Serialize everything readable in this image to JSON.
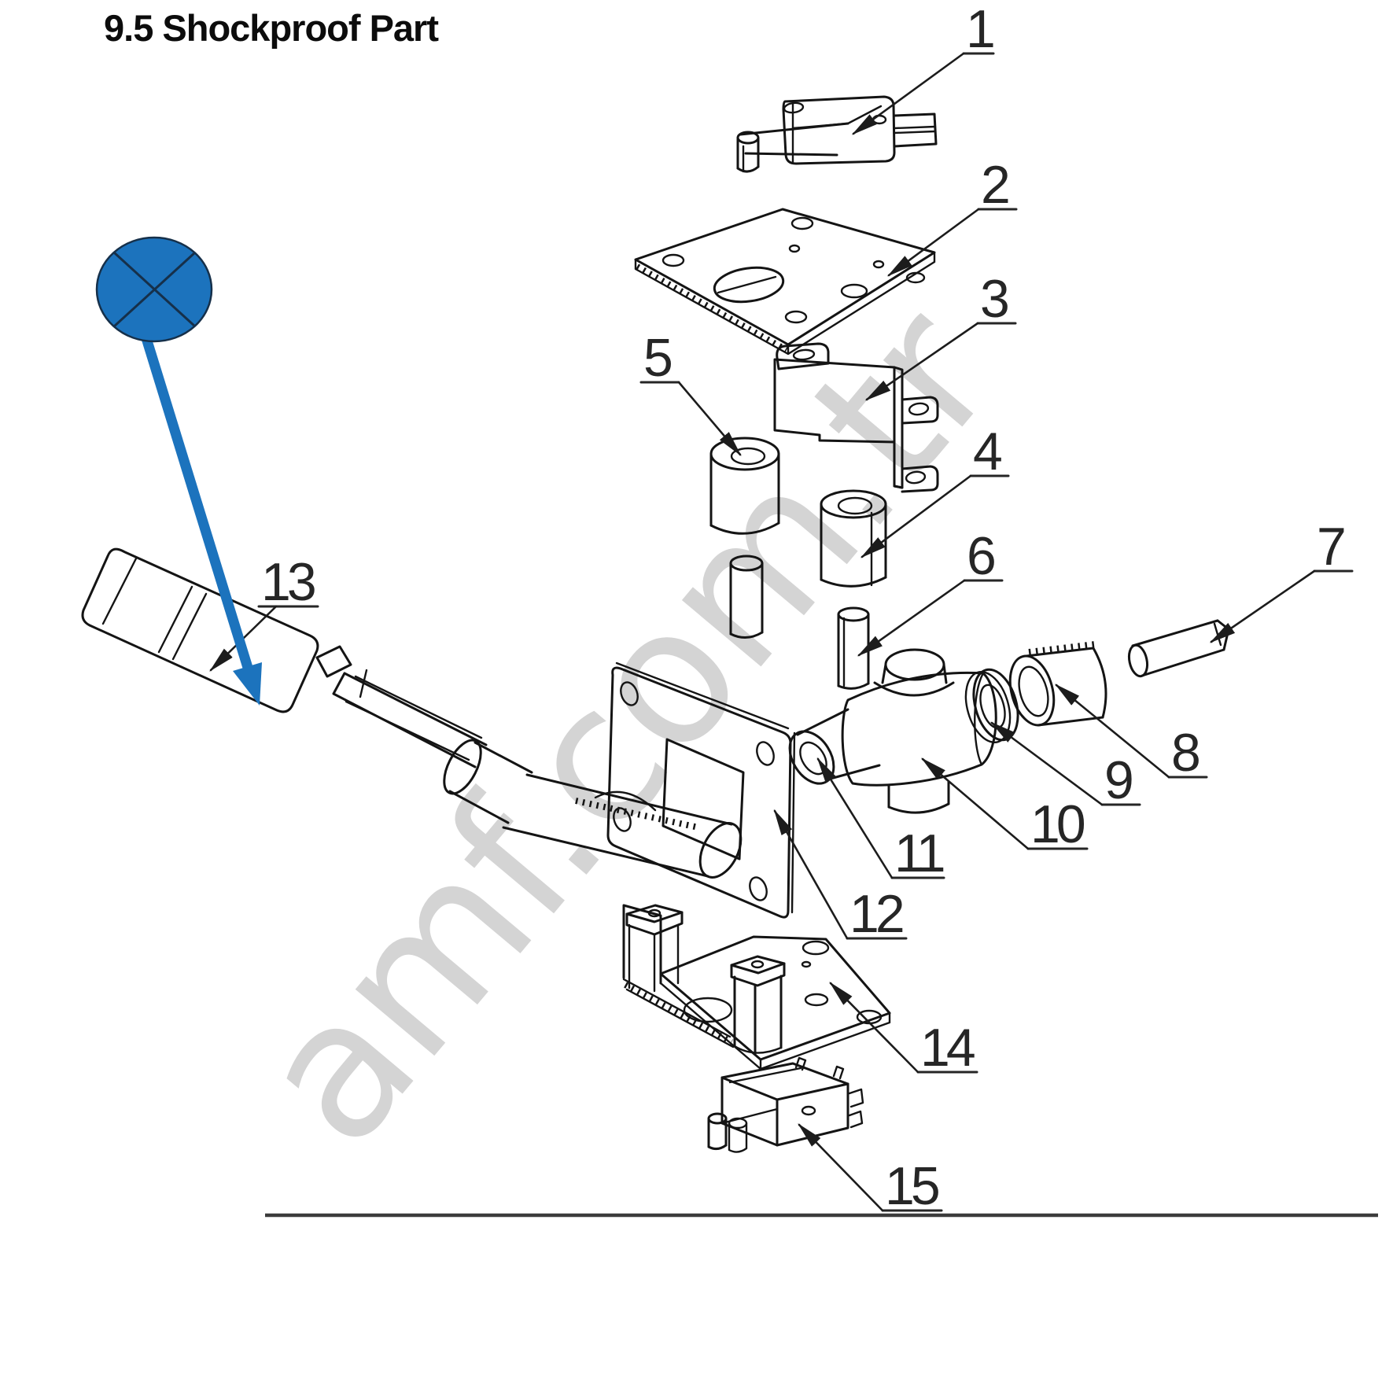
{
  "page": {
    "title": "9.5 Shockproof Part",
    "watermark": "amf.com.tr"
  },
  "colors": {
    "marker_blue": "#1c73bd",
    "marker_cross_navy": "#16304a",
    "line": "#141414",
    "watermark_gray": "#d4d4d4"
  },
  "callouts": [
    {
      "num": "1"
    },
    {
      "num": "2"
    },
    {
      "num": "3"
    },
    {
      "num": "4"
    },
    {
      "num": "5"
    },
    {
      "num": "6"
    },
    {
      "num": "7"
    },
    {
      "num": "8"
    },
    {
      "num": "9"
    },
    {
      "num": "10"
    },
    {
      "num": "11"
    },
    {
      "num": "12"
    },
    {
      "num": "13"
    },
    {
      "num": "14"
    },
    {
      "num": "15"
    }
  ]
}
